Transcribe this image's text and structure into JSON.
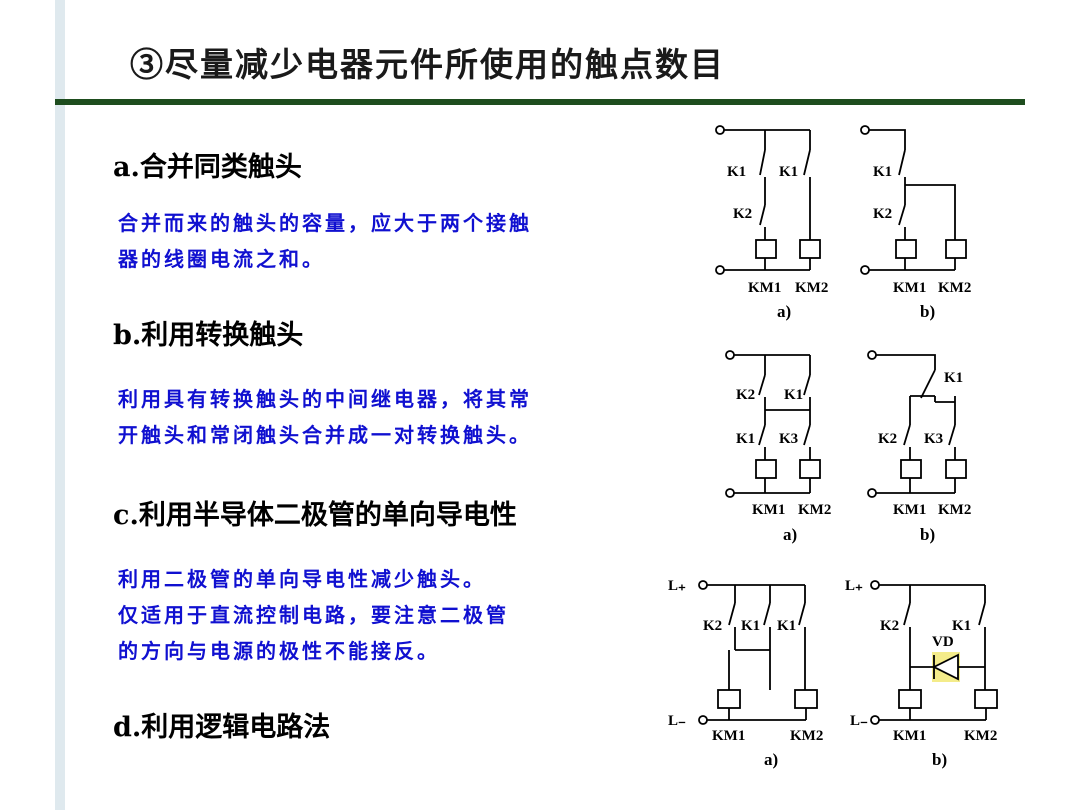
{
  "title": "③尽量减少电器元件所使用的触点数目",
  "sections": {
    "a": {
      "heading": "a.合并同类触头",
      "lines": [
        "合并而来的触头的容量，应大于两个接触",
        "器的线圈电流之和。"
      ]
    },
    "b": {
      "heading": "b.利用转换触头",
      "lines": [
        "利用具有转换触头的中间继电器，将其常",
        "开触头和常闭触头合并成一对转换触头。"
      ]
    },
    "c": {
      "heading": "c.利用半导体二极管的单向导电性",
      "lines": [
        "利用二极管的单向导电性减少触头。",
        "仅适用于直流控制电路，要注意二极管",
        "的方向与电源的极性不能接反。"
      ]
    },
    "d": {
      "heading": "d.利用逻辑电路法"
    }
  },
  "diagrams": {
    "k1": "K1",
    "k2": "K2",
    "k3": "K3",
    "km1": "KM1",
    "km2": "KM2",
    "vd": "VD",
    "l_plus": "L₊",
    "l_minus": "L₋",
    "sub_a": "a)",
    "sub_b": "b)"
  },
  "colors": {
    "rule": "#1e4d1e",
    "description_text": "#1010d0",
    "diode_highlight": "#f4ec8a"
  }
}
